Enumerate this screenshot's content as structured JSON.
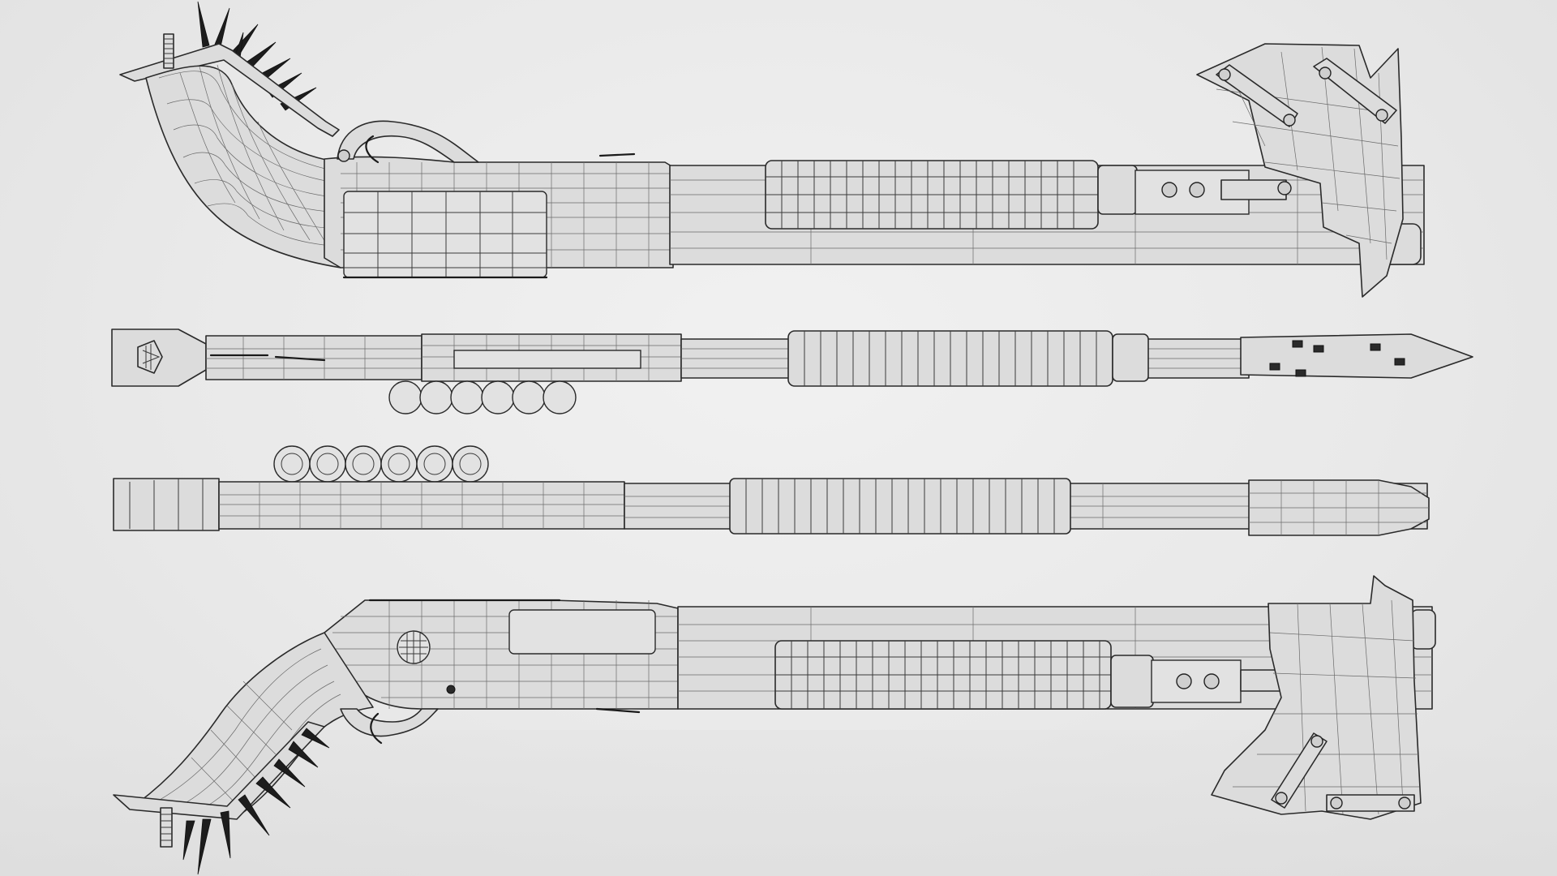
{
  "scene": {
    "subject": "",
    "views": [
      {
        "id": "side-view-right"
      },
      {
        "id": "top-view"
      },
      {
        "id": "bottom-view"
      },
      {
        "id": "side-view-left"
      }
    ]
  },
  "colors": {
    "background": "#e8e8e8",
    "model_fill": "#dcdcdc",
    "wire": "#6a6a6a",
    "outline": "#2a2a2a",
    "spikes": "#1d1d1d"
  }
}
